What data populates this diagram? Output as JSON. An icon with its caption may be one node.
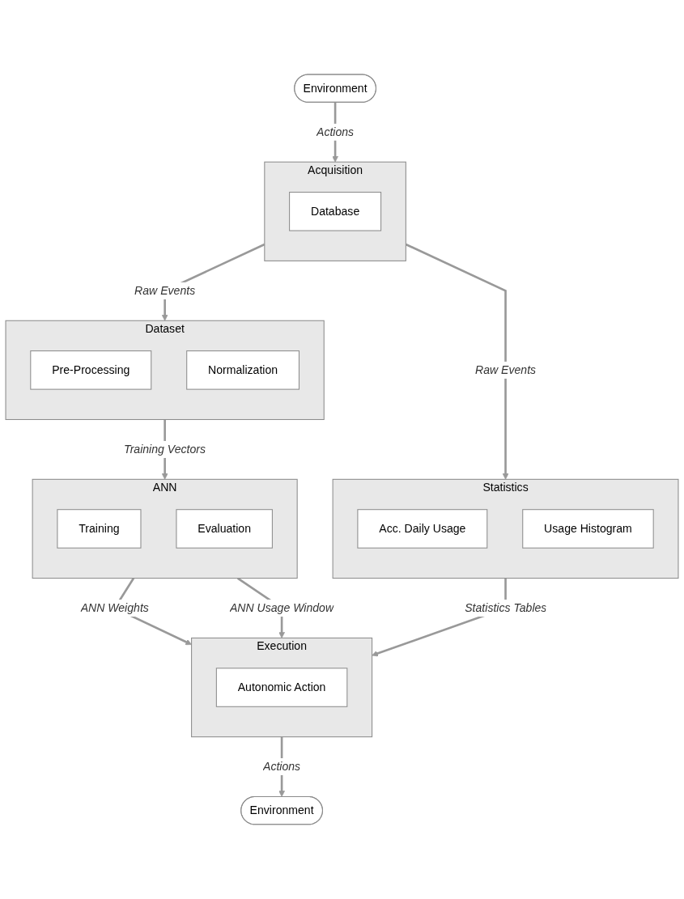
{
  "diagram": {
    "nodes": [
      {
        "text": [
          "Environment"
        ]
      },
      {
        "text": [
          "Acquisition"
        ]
      },
      {
        "text": [
          "Database"
        ],
        "in": 1
      },
      {
        "text": [
          "Dataset"
        ]
      },
      {
        "text": [
          "Pre-Processing"
        ],
        "in": 3
      },
      {
        "text": [
          "Normalization"
        ],
        "in": 3
      },
      {
        "text": [
          "Statistics"
        ]
      },
      {
        "text": [
          "Acc. Daily Usage"
        ],
        "in": 6
      },
      {
        "text": [
          "Usage Histogram"
        ],
        "in": 6
      },
      {
        "text": [
          "ANN"
        ]
      },
      {
        "text": [
          "Training"
        ],
        "in": 9
      },
      {
        "text": [
          "Evaluation"
        ],
        "in": 9
      },
      {
        "text": [
          "Execution"
        ]
      },
      {
        "text": [
          "Autonomic Action"
        ],
        "in": 12
      },
      {
        "text": [
          "Environment"
        ]
      }
    ],
    "edges": [
      {
        "from": 0,
        "to": 1,
        "arrow": "to",
        "label": "Actions"
      },
      {
        "from": 1,
        "to": 3,
        "arrow": "to",
        "label": "Raw Events"
      },
      {
        "from": 1,
        "to": 6,
        "arrow": "to",
        "label": "Raw Events"
      },
      {
        "from": 3,
        "to": 9,
        "arrow": "to",
        "label": "Training Vectors"
      },
      {
        "from": 9,
        "to": 12,
        "arrow": "to",
        "label": "ANN Weights"
      },
      {
        "from": 6,
        "to": 12,
        "arrow": "to",
        "label": "Statistics Tables"
      },
      {
        "from": 9,
        "to": 12,
        "arrow": "to",
        "label": "ANN Usage Window"
      },
      {
        "from": 12,
        "to": 14,
        "arrow": "to",
        "label": "Actions"
      }
    ]
  }
}
